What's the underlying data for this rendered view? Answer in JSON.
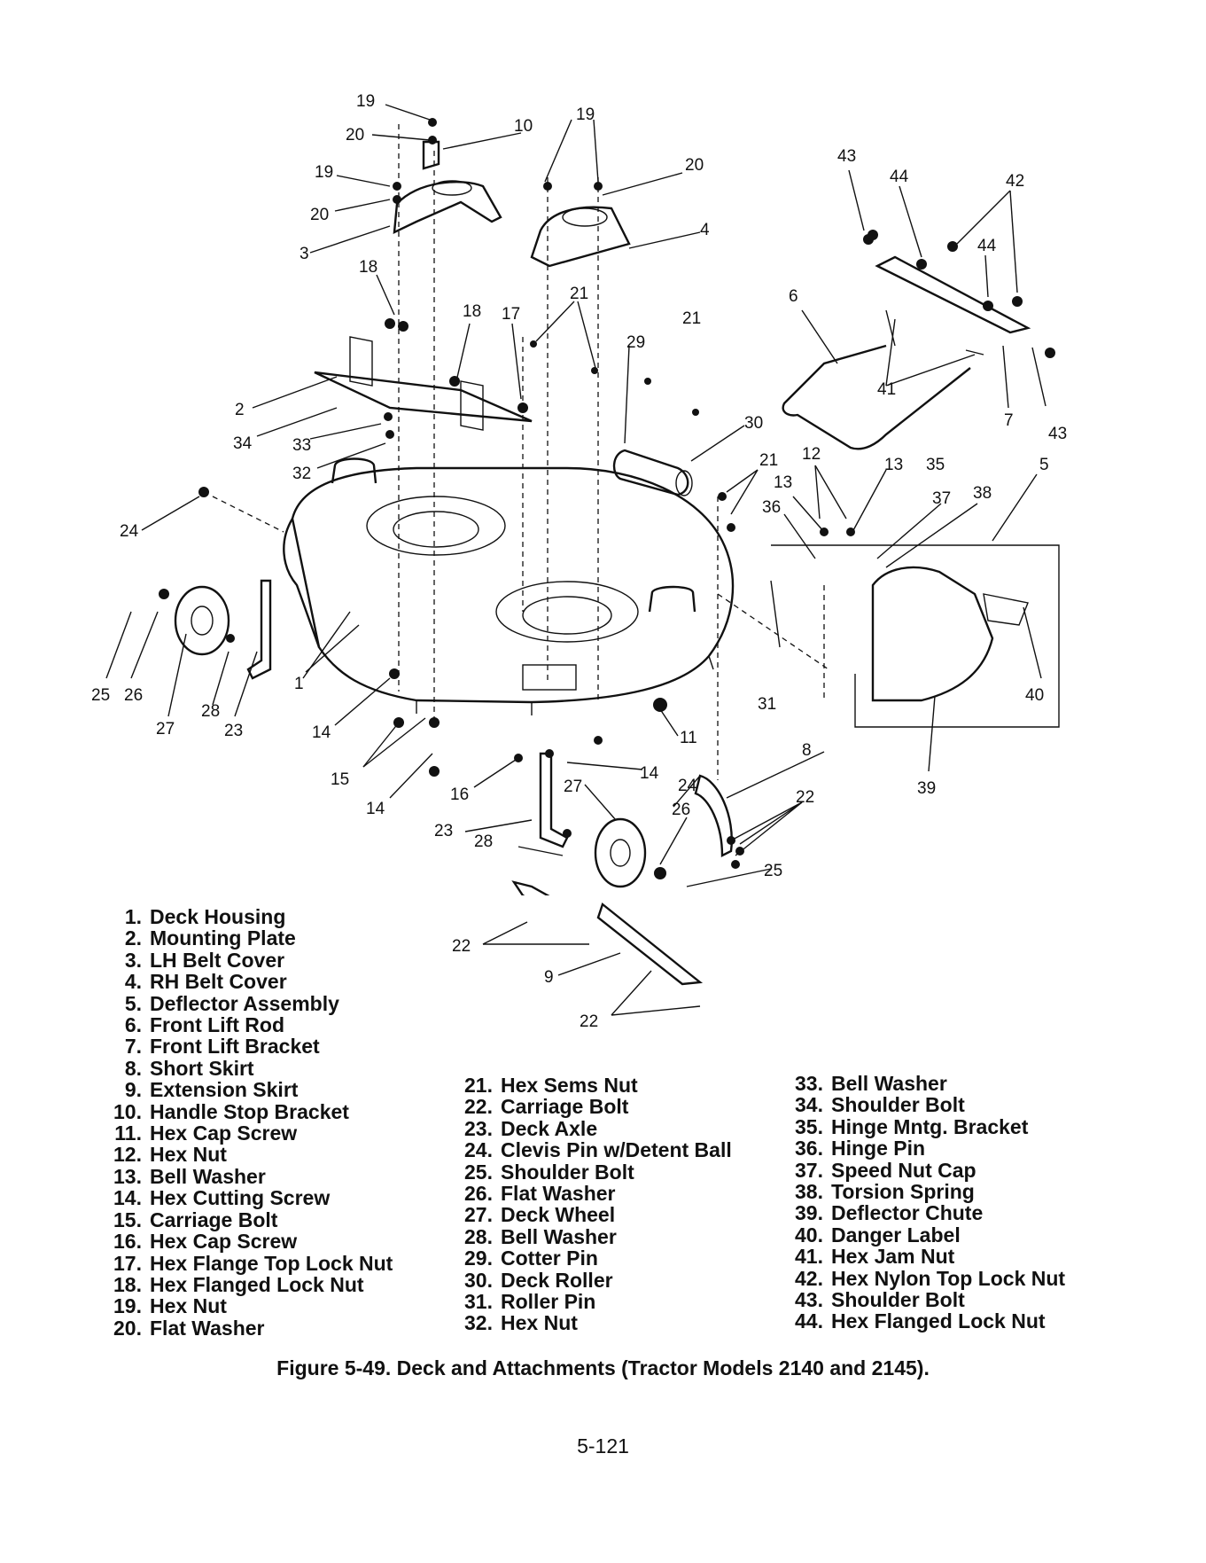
{
  "diagram": {
    "callouts": [
      "19",
      "20",
      "10",
      "19",
      "20",
      "3",
      "19",
      "20",
      "4",
      "43",
      "44",
      "42",
      "44",
      "18",
      "18",
      "17",
      "21",
      "21",
      "29",
      "6",
      "41",
      "7",
      "43",
      "2",
      "34",
      "33",
      "32",
      "30",
      "21",
      "12",
      "13",
      "35",
      "5",
      "13",
      "37",
      "38",
      "36",
      "24",
      "25",
      "26",
      "27",
      "28",
      "23",
      "1",
      "14",
      "15",
      "14",
      "16",
      "11",
      "14",
      "24",
      "26",
      "27",
      "8",
      "22",
      "23",
      "28",
      "31",
      "40",
      "39",
      "25",
      "22",
      "9",
      "22"
    ]
  },
  "legend": {
    "col1": [
      {
        "num": "1.",
        "name": "Deck Housing"
      },
      {
        "num": "2.",
        "name": "Mounting Plate"
      },
      {
        "num": "3.",
        "name": "LH Belt Cover"
      },
      {
        "num": "4.",
        "name": "RH Belt Cover"
      },
      {
        "num": "5.",
        "name": "Deflector Assembly"
      },
      {
        "num": "6.",
        "name": "Front Lift Rod"
      },
      {
        "num": "7.",
        "name": "Front Lift Bracket"
      },
      {
        "num": "8.",
        "name": "Short Skirt"
      },
      {
        "num": "9.",
        "name": "Extension Skirt"
      },
      {
        "num": "10.",
        "name": "Handle Stop Bracket"
      },
      {
        "num": "11.",
        "name": "Hex Cap Screw"
      },
      {
        "num": "12.",
        "name": "Hex Nut"
      },
      {
        "num": "13.",
        "name": "Bell Washer"
      },
      {
        "num": "14.",
        "name": "Hex Cutting Screw"
      },
      {
        "num": "15.",
        "name": "Carriage Bolt"
      },
      {
        "num": "16.",
        "name": "Hex Cap Screw"
      },
      {
        "num": "17.",
        "name": "Hex Flange Top Lock Nut"
      },
      {
        "num": "18.",
        "name": "Hex Flanged Lock Nut"
      },
      {
        "num": "19.",
        "name": "Hex Nut"
      },
      {
        "num": "20.",
        "name": "Flat Washer"
      }
    ],
    "col2": [
      {
        "num": "21.",
        "name": "Hex Sems Nut"
      },
      {
        "num": "22.",
        "name": "Carriage Bolt"
      },
      {
        "num": "23.",
        "name": "Deck Axle"
      },
      {
        "num": "24.",
        "name": "Clevis Pin w/Detent Ball"
      },
      {
        "num": "25.",
        "name": "Shoulder Bolt"
      },
      {
        "num": "26.",
        "name": "Flat Washer"
      },
      {
        "num": "27.",
        "name": "Deck Wheel"
      },
      {
        "num": "28.",
        "name": "Bell Washer"
      },
      {
        "num": "29.",
        "name": "Cotter Pin"
      },
      {
        "num": "30.",
        "name": "Deck Roller"
      },
      {
        "num": "31.",
        "name": "Roller Pin"
      },
      {
        "num": "32.",
        "name": "Hex Nut"
      }
    ],
    "col3": [
      {
        "num": "33.",
        "name": "Bell Washer"
      },
      {
        "num": "34.",
        "name": "Shoulder Bolt"
      },
      {
        "num": "35.",
        "name": "Hinge Mntg. Bracket"
      },
      {
        "num": "36.",
        "name": "Hinge Pin"
      },
      {
        "num": "37.",
        "name": "Speed Nut Cap"
      },
      {
        "num": "38.",
        "name": "Torsion Spring"
      },
      {
        "num": "39.",
        "name": "Deflector Chute"
      },
      {
        "num": "40.",
        "name": "Danger Label"
      },
      {
        "num": "41.",
        "name": "Hex Jam Nut"
      },
      {
        "num": "42.",
        "name": "Hex Nylon Top Lock Nut"
      },
      {
        "num": "43.",
        "name": "Shoulder Bolt"
      },
      {
        "num": "44.",
        "name": "Hex Flanged Lock Nut"
      }
    ]
  },
  "caption": "Figure 5-49.  Deck and Attachments (Tractor Models 2140 and 2145).",
  "page_number": "5-121"
}
